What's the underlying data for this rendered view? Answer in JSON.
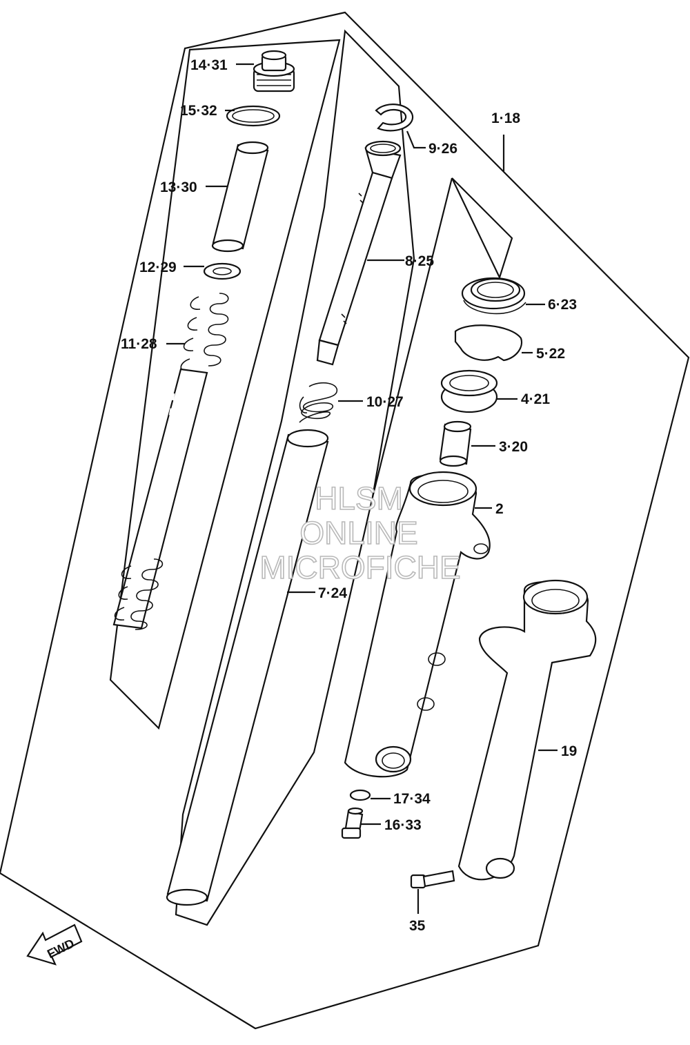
{
  "labels": {
    "p14_31": "14·31",
    "p15_32": "15·32",
    "p13_30": "13·30",
    "p12_29": "12·29",
    "p11_28": "11·28",
    "p9_26": "9·26",
    "p1_18": "1·18",
    "p8_25": "8·25",
    "p6_23": "6·23",
    "p5_22": "5·22",
    "p10_27": "10·27",
    "p4_21": "4·21",
    "p3_20": "3·20",
    "p2": "2",
    "p7_24": "7·24",
    "p19": "19",
    "p17_34": "17·34",
    "p16_33": "16·33",
    "p35": "35"
  },
  "watermark": {
    "line1": "HLSM",
    "line2": "ONLINE",
    "line3": "MICROFICHE"
  },
  "fwd_label": "FWD"
}
